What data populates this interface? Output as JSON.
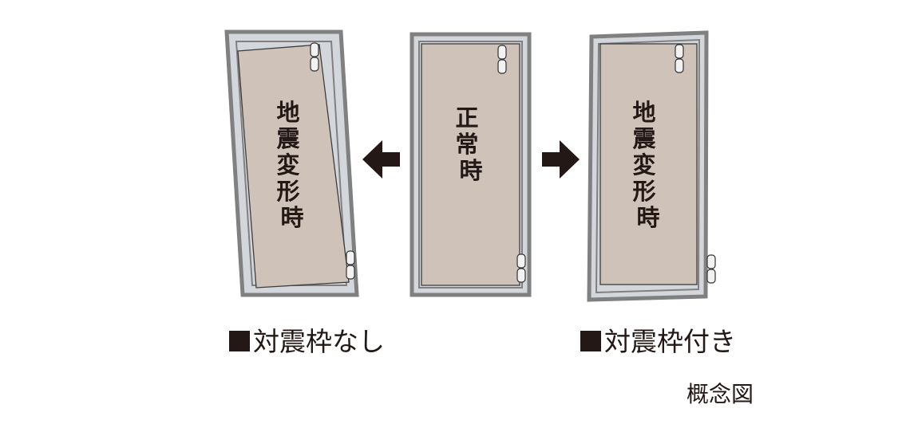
{
  "panels": {
    "left": {
      "text": "地震変形時"
    },
    "center": {
      "text": "正常時"
    },
    "right": {
      "text": "地震変形時"
    }
  },
  "captions": {
    "left": "対震枠なし",
    "right": "対震枠付き"
  },
  "concept_label": "概念図",
  "colors": {
    "door_fill": "#cfc2b9",
    "frame_outer": "#808080",
    "frame_inner": "#d3d7dc",
    "ink": "#231815"
  }
}
